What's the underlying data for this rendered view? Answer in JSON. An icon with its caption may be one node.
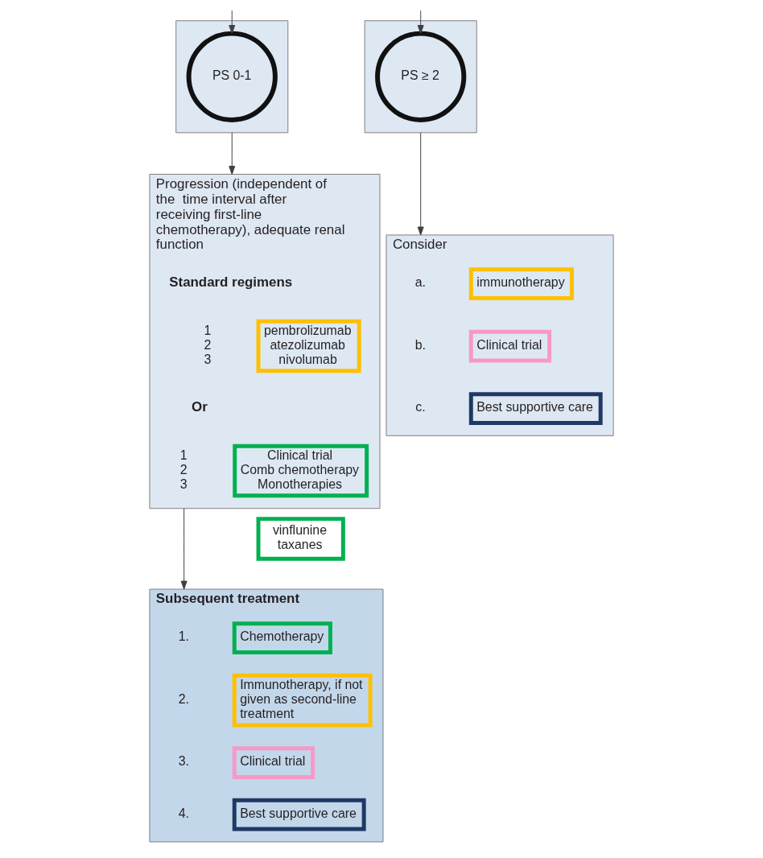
{
  "diagram": {
    "nodes": [
      {
        "text": [],
        "shape": "box"
      },
      {
        "text": [
          "PS 0-1"
        ],
        "in": 0
      },
      {
        "text": [],
        "shape": "box"
      },
      {
        "text": [
          "PS ≥ 2"
        ],
        "in": 2
      },
      {
        "text": [
          "Progression (independent of the  time interval after receiving first-line chemotherapy), adequate renal  function"
        ]
      },
      {
        "text": [
          "pembrolizumab",
          "atezolizumab",
          "nivolumab"
        ],
        "in": 4
      },
      {
        "text": [
          "Clinical trial",
          "Comb chemotherapy",
          "Monotherapies"
        ],
        "in": 4
      },
      {
        "text": [
          "Consider"
        ]
      },
      {
        "text": [
          "immunotherapy"
        ],
        "in": 7
      },
      {
        "text": [
          "Clinical trial"
        ],
        "in": 7
      },
      {
        "text": [
          "Best supportive care"
        ],
        "in": 7
      },
      {
        "text": [
          "vinflunine",
          "taxanes"
        ]
      },
      {
        "text": [
          "Subsequent treatment"
        ]
      },
      {
        "text": [
          "Chemotherapy"
        ],
        "in": 12
      },
      {
        "text": [
          "Immunotherapy, if not given as second-line treatment"
        ],
        "in": 12
      },
      {
        "text": [
          "Clinical trial"
        ],
        "in": 12
      },
      {
        "text": [
          "Best supportive care"
        ],
        "in": 12
      }
    ],
    "edges": [
      {
        "from": null,
        "to": 1,
        "arrow": "to"
      },
      {
        "from": null,
        "to": 3,
        "arrow": "to"
      },
      {
        "from": 0,
        "to": 4,
        "arrow": "to"
      },
      {
        "from": 2,
        "to": 7,
        "arrow": "to"
      },
      {
        "from": 4,
        "to": 12,
        "arrow": "to"
      }
    ],
    "labels": [
      "a.",
      "b.",
      "c.",
      "Standard regimens",
      "1",
      "2",
      "3",
      "Or",
      "1",
      "2",
      "3",
      "1.",
      "2.",
      "3.",
      "4."
    ]
  }
}
